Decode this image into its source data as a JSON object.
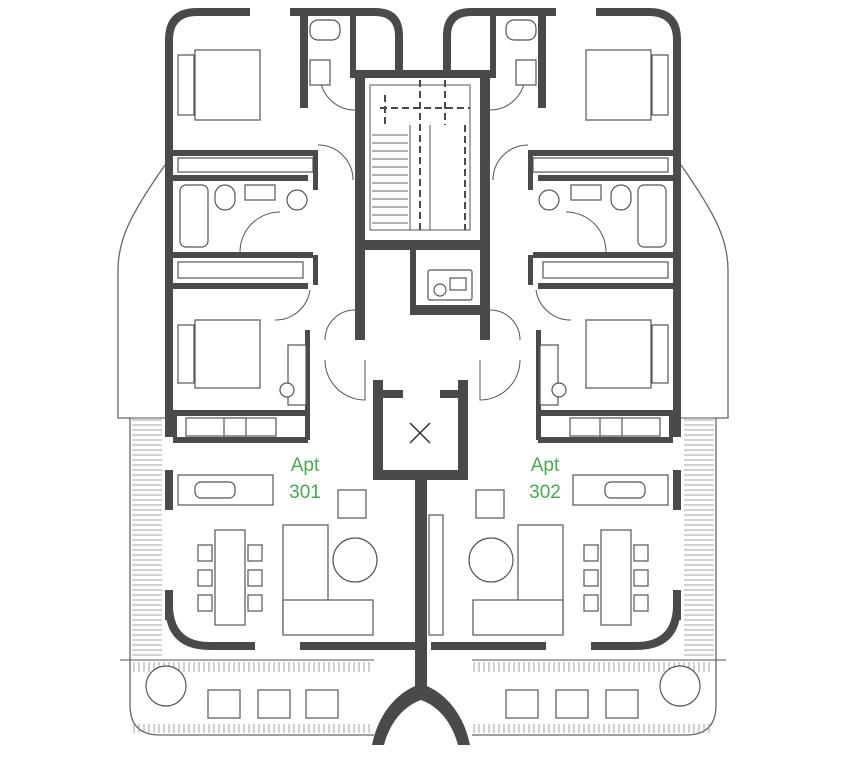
{
  "plan": {
    "accent_color": "#3fae49",
    "wall_color": "#4a4a4a",
    "units": [
      {
        "line1": "Apt",
        "line2": "301"
      },
      {
        "line1": "Apt",
        "line2": "302"
      }
    ]
  }
}
